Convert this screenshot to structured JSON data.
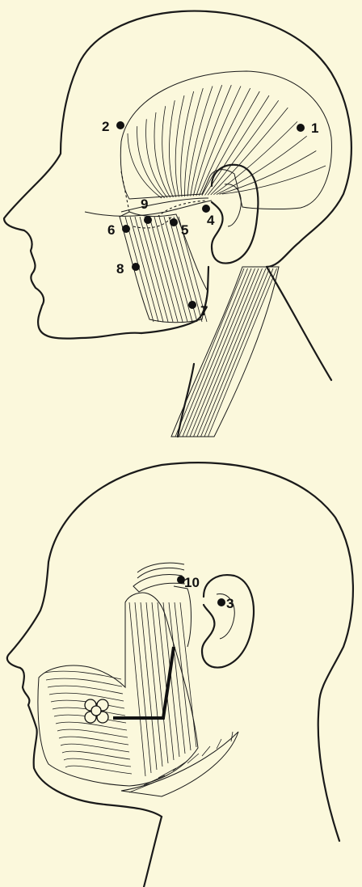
{
  "figure": {
    "top": {
      "points": [
        {
          "id": "p1",
          "label": "1"
        },
        {
          "id": "p2",
          "label": "2"
        },
        {
          "id": "p4",
          "label": "4"
        },
        {
          "id": "p5",
          "label": "5"
        },
        {
          "id": "p6",
          "label": "6"
        },
        {
          "id": "p7",
          "label": "7"
        },
        {
          "id": "p8",
          "label": "8"
        },
        {
          "id": "p9",
          "label": "9"
        }
      ]
    },
    "bottom": {
      "points": [
        {
          "id": "p10",
          "label": "10"
        },
        {
          "id": "p3",
          "label": "3"
        }
      ]
    }
  }
}
